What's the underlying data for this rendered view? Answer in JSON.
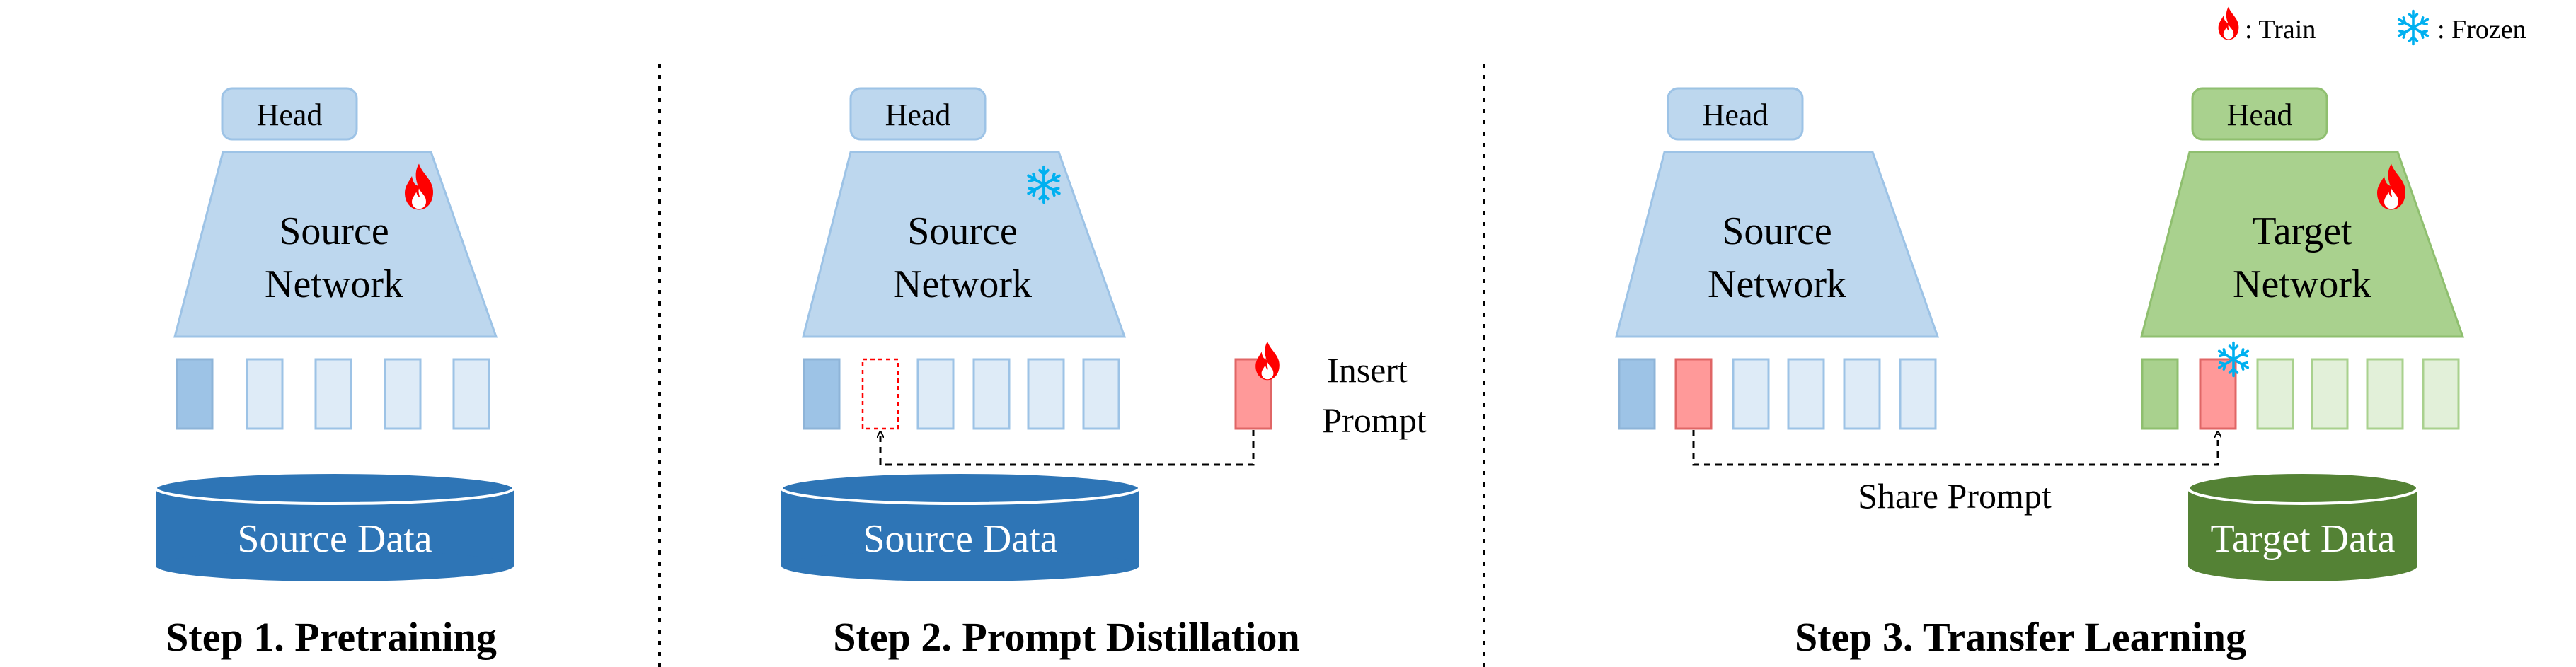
{
  "legend": {
    "train_label": ": Train",
    "frozen_label": ": Frozen"
  },
  "step1": {
    "head": "Head",
    "network_line1": "Source",
    "network_line2": "Network",
    "data": "Source Data",
    "caption": "Step 1. Pretraining"
  },
  "step2": {
    "head": "Head",
    "network_line1": "Source",
    "network_line2": "Network",
    "data": "Source Data",
    "insert_line1": "Insert",
    "insert_line2": "Prompt",
    "caption": "Step 2. Prompt Distillation"
  },
  "step3": {
    "source_head": "Head",
    "source_network_line1": "Source",
    "source_network_line2": "Network",
    "target_head": "Head",
    "target_network_line1": "Target",
    "target_network_line2": "Network",
    "share_label": "Share Prompt",
    "target_data": "Target Data",
    "caption": "Step 3. Transfer Learning"
  },
  "colors": {
    "source_fill": "#bdd7ee",
    "source_stroke": "#9dc3e6",
    "token_dark": "#9dc3e6",
    "token_light": "#deebf7",
    "target_fill": "#a9d18e",
    "target_stroke": "#8fbf6f",
    "target_token": "#e2f0d9",
    "target_token_dark": "#a9d18e",
    "prompt_fill": "#ff9999",
    "prompt_stroke": "#e06666",
    "source_db": "#2e75b6",
    "target_db": "#548235",
    "fire": "#ff0000",
    "snow": "#00b0f0"
  }
}
